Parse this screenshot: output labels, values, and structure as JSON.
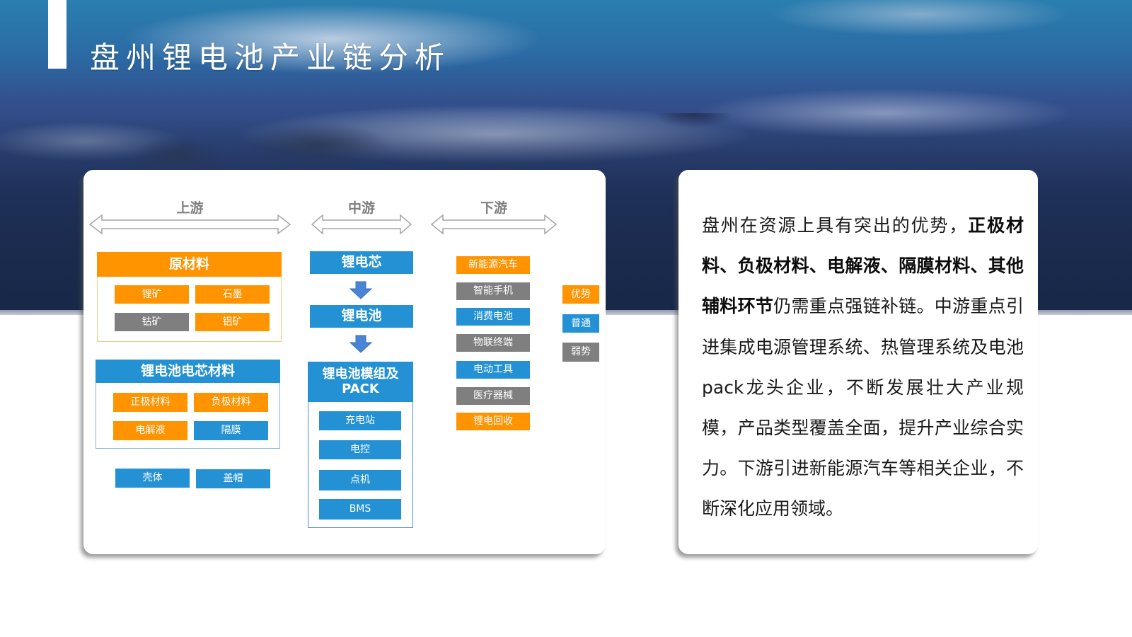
{
  "header": {
    "title": "盘州锂电池产业链分析"
  },
  "diagram": {
    "stages": {
      "upstream": "上游",
      "midstream": "中游",
      "downstream": "下游"
    },
    "upstream": {
      "raw_materials": {
        "title": "原材料",
        "items": [
          {
            "label": "锂矿",
            "color": "orange"
          },
          {
            "label": "石墨",
            "color": "orange"
          },
          {
            "label": "钴矿",
            "color": "gray"
          },
          {
            "label": "铝矿",
            "color": "orange"
          }
        ]
      },
      "cell_materials": {
        "title": "锂电池电芯材料",
        "items": [
          {
            "label": "正极材料",
            "color": "orange"
          },
          {
            "label": "负极材料",
            "color": "orange"
          },
          {
            "label": "电解液",
            "color": "orange"
          },
          {
            "label": "隔膜",
            "color": "blue"
          }
        ]
      },
      "others": [
        {
          "label": "壳体",
          "color": "blue"
        },
        {
          "label": "盖帽",
          "color": "blue"
        }
      ]
    },
    "midstream": {
      "cell": "锂电芯",
      "battery": "锂电池",
      "pack": {
        "title_line1": "锂电池模组及",
        "title_line2": "PACK",
        "items": [
          "充电站",
          "电控",
          "点机",
          "BMS"
        ]
      }
    },
    "downstream": {
      "items": [
        {
          "label": "新能源汽车",
          "color": "orange"
        },
        {
          "label": "智能手机",
          "color": "gray"
        },
        {
          "label": "消费电池",
          "color": "blue"
        },
        {
          "label": "物联终端",
          "color": "gray"
        },
        {
          "label": "电动工具",
          "color": "blue"
        },
        {
          "label": "医疗器械",
          "color": "gray"
        },
        {
          "label": "锂电回收",
          "color": "orange"
        }
      ]
    },
    "legend": [
      {
        "label": "优势",
        "color": "orange"
      },
      {
        "label": "普通",
        "color": "blue"
      },
      {
        "label": "弱势",
        "color": "gray"
      }
    ],
    "colors": {
      "orange": "#ff9300",
      "blue": "#2391d3",
      "gray": "#7f7f7f"
    }
  },
  "description": {
    "part1": "盘州在资源上具有突出的优势，",
    "bold": "正极材料、负极材料、电解液、隔膜材料、其他辅料环节",
    "part2": "仍需重点强链补链。中游重点引进集成电源管理系统、热管理系统及电池pack龙头企业，不断发展壮大产业规模，产品类型覆盖全面，提升产业综合实力。下游引进新能源汽车等相关企业，不断深化应用领域。"
  }
}
